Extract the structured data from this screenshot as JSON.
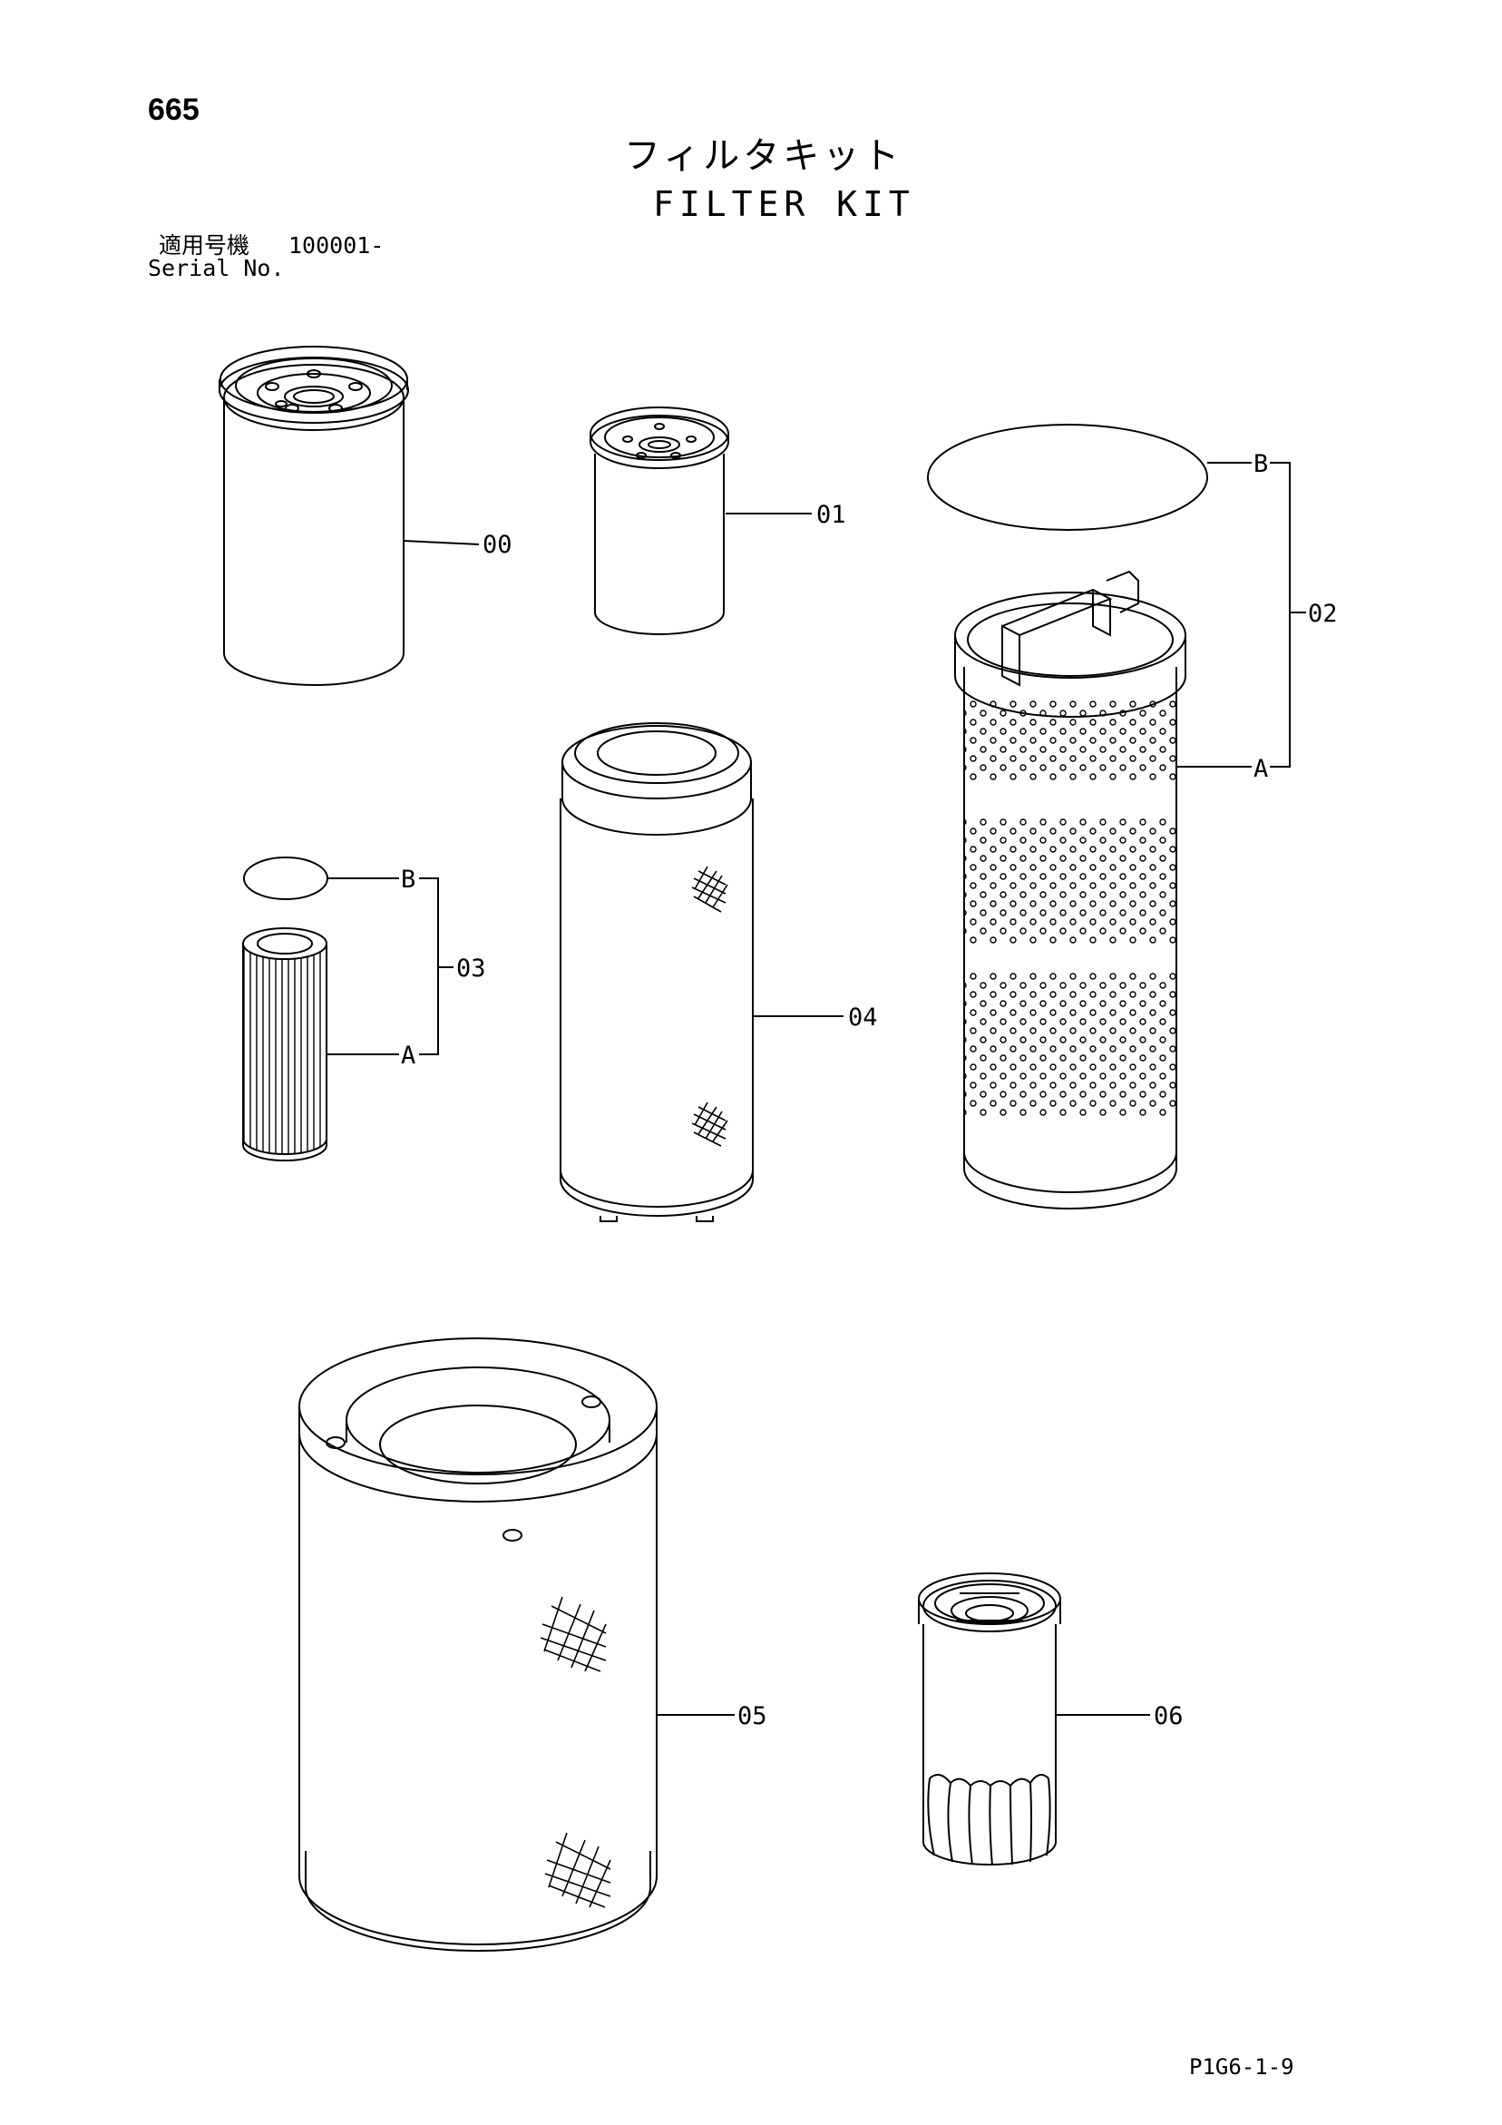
{
  "page": {
    "number": "665",
    "title_jp": "フィルタキット",
    "title_en": "FILTER KIT",
    "serial_label_jp": "適用号機",
    "serial_value": "100001-",
    "serial_label_en": "Serial No.",
    "drawing_code": "P1G6-1-9"
  },
  "callouts": {
    "c00": "00",
    "c01": "01",
    "c02": "02",
    "c02a": "A",
    "c02b": "B",
    "c03": "03",
    "c03a": "A",
    "c03b": "B",
    "c04": "04",
    "c05": "05",
    "c06": "06"
  }
}
